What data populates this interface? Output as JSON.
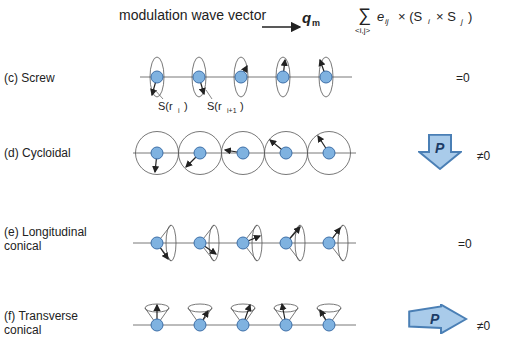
{
  "diagram": {
    "nodes": [
      {
        "text": [
          "P"
        ]
      },
      {
        "text": [
          "P"
        ]
      }
    ],
    "labels": [
      "modulation wave vector",
      "q",
      "m",
      "∑",
      "<i,j>",
      "e",
      "ij",
      "× (S",
      "i",
      "× S",
      "j",
      ")",
      "(c) Screw",
      "S(r",
      "i",
      ")",
      "S(r",
      "i+1",
      ")",
      "=0",
      "(d) Cycloidal",
      "≠0",
      "(e) Longitudinal",
      "conical",
      "=0",
      "(f) Transverse",
      "conical",
      "≠0"
    ]
  }
}
